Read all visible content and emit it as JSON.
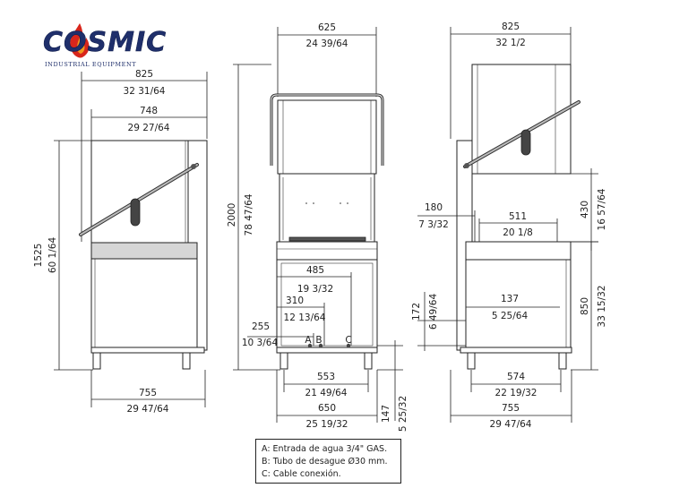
{
  "brand": {
    "name": "COSMIC",
    "tagline": "INDUSTRIAL EQUIPMENT"
  },
  "views": {
    "left": {
      "width_top": "825",
      "width_top_in": "32 31/64",
      "width_mid": "748",
      "width_mid_in": "29 27/64",
      "height": "1525",
      "height_in": "60 1/64",
      "width_bottom": "755",
      "width_bottom_in": "29 47/64"
    },
    "front": {
      "width_top": "625",
      "width_top_in": "24 39/64",
      "height_total": "2000",
      "height_total_in": "78 47/64",
      "d485": "485",
      "d485_in": "19 3/32",
      "d310": "310",
      "d310_in": "12 13/64",
      "d255": "255",
      "d255_in": "10 3/64",
      "d553": "553",
      "d553_in": "21 49/64",
      "d650": "650",
      "d650_in": "25 19/32",
      "d147": "147",
      "d147_in": "5 25/32",
      "conn_a": "A",
      "conn_b": "B",
      "conn_c": "C"
    },
    "right": {
      "width_top": "825",
      "width_top_in": "32 1/2",
      "d430": "430",
      "d430_in": "16 57/64",
      "d180": "180",
      "d180_in": "7 3/32",
      "d511": "511",
      "d511_in": "20 1/8",
      "d172": "172",
      "d172_in": "6 49/64",
      "d137": "137",
      "d137_in": "5 25/64",
      "d850": "850",
      "d850_in": "33 15/32",
      "d574": "574",
      "d574_in": "22 19/32",
      "width_bottom": "755",
      "width_bottom_in": "29 47/64"
    }
  },
  "legend": [
    "A: Entrada de agua 3/4\" GAS.",
    "B: Tubo de desague Ø30 mm.",
    "C: Cable conexión."
  ],
  "colors": {
    "line": "#222222",
    "logo_blue": "#1f2f6b",
    "flame_red": "#d8261c",
    "flame_orange": "#f29a1f"
  }
}
